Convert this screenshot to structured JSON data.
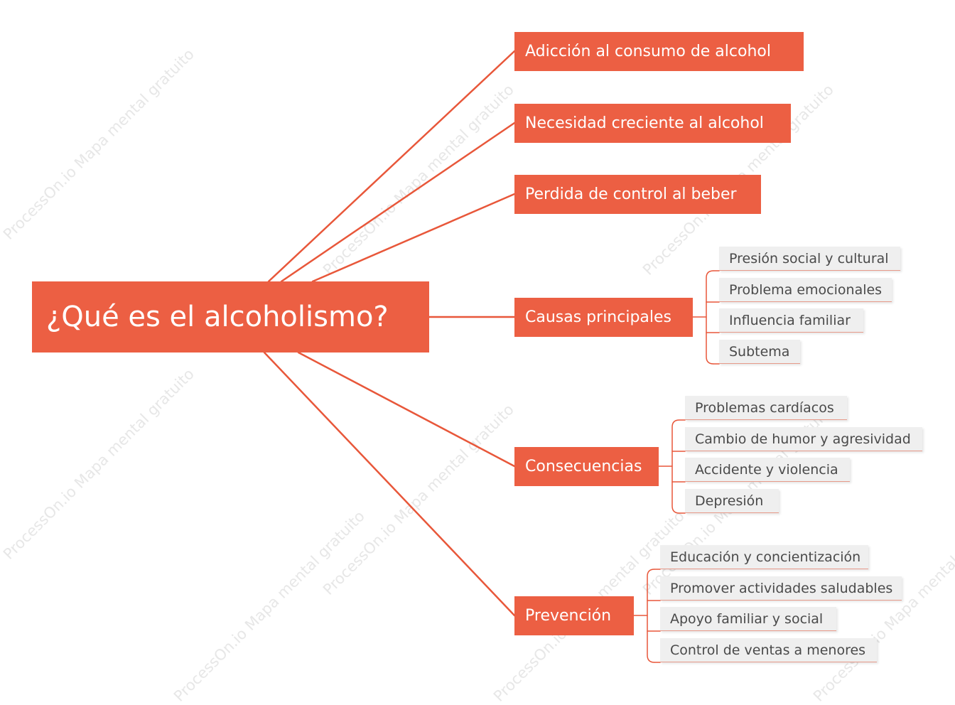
{
  "watermark_text": "ProcessOn.io Mapa mental gratuito",
  "colors": {
    "accent": "#ec5f43",
    "line": "#e8573a",
    "leaf_bg": "#efefef",
    "leaf_border": "#e79a8a",
    "leaf_text": "#4a4a4a"
  },
  "root": {
    "label": "¿Qué es el alcoholismo?"
  },
  "branches": [
    {
      "label": "Adicción al consumo de alcohol",
      "children": []
    },
    {
      "label": "Necesidad creciente al alcohol",
      "children": []
    },
    {
      "label": "Perdida de control al beber",
      "children": []
    },
    {
      "label": "Causas principales",
      "children": [
        {
          "label": "Presión social y cultural"
        },
        {
          "label": "Problema emocionales"
        },
        {
          "label": "Influencia familiar"
        },
        {
          "label": "Subtema"
        }
      ]
    },
    {
      "label": "Consecuencias",
      "children": [
        {
          "label": "Problemas cardíacos"
        },
        {
          "label": "Cambio de humor y agresividad"
        },
        {
          "label": "Accidente y violencia"
        },
        {
          "label": "Depresión"
        }
      ]
    },
    {
      "label": "Prevención",
      "children": [
        {
          "label": "Educación y concientización"
        },
        {
          "label": "Promover actividades saludables"
        },
        {
          "label": "Apoyo familiar y social"
        },
        {
          "label": "Control de ventas a menores"
        }
      ]
    }
  ]
}
